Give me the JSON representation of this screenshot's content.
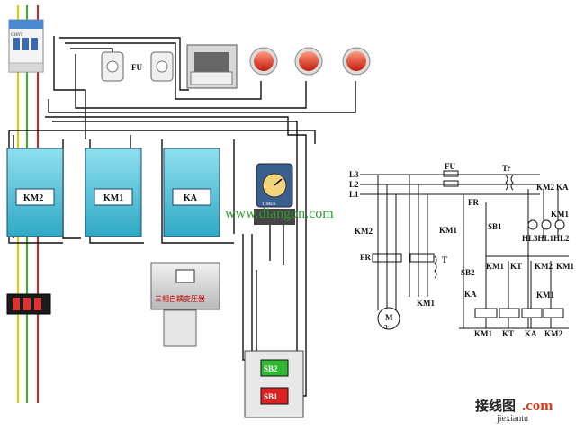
{
  "wiring": {
    "breaker_brand": "CHNT",
    "fuse_label": "FU",
    "contactors": [
      {
        "id": "km2",
        "label": "KM2"
      },
      {
        "id": "km1",
        "label": "KM1"
      },
      {
        "id": "ka",
        "label": "KA"
      }
    ],
    "transformer_label": "三相自耦变压器",
    "button_sb2": "SB2",
    "button_sb1": "SB1",
    "timer_brand": "TIMER",
    "indicator_color": "#e8301c"
  },
  "watermark": {
    "site": "www.diangon.com",
    "cn_logo": "接线图",
    "dot_com": ".com",
    "domain": "jiexiantu"
  },
  "schematic": {
    "phase_labels": [
      "L3",
      "L2",
      "L1"
    ],
    "fu": "FU",
    "tr": "Tr",
    "fr_left": "FR",
    "fr_right": "FR",
    "km2_contact": "KM2",
    "km1_contact": "KM1",
    "t_label": "T",
    "km1_bottom": "KM1",
    "motor_label": "M",
    "motor_phase": "3~",
    "sb1": "SB1",
    "sb2": "SB2",
    "km1_hold": "KM1",
    "kt": "KT",
    "km2_a": "KM2",
    "km1_b": "KM1",
    "km2_top": "KM2",
    "ka_top": "KA",
    "km1_lamp": "KM1",
    "ka_left": "KA",
    "km1_c": "KM1",
    "lamp_labels": "HL3HL1HL2",
    "coils": [
      "KM1",
      "KT",
      "KA",
      "KM2"
    ]
  }
}
